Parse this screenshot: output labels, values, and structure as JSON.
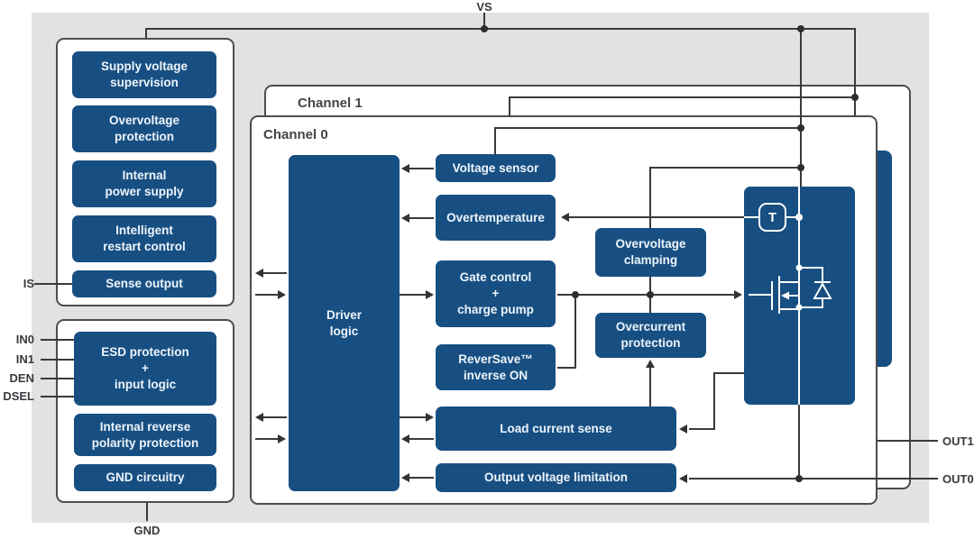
{
  "pins": {
    "vs": "VS",
    "gnd": "GND",
    "is": "IS",
    "in0": "IN0",
    "in1": "IN1",
    "den": "DEN",
    "dsel": "DSEL",
    "out1": "OUT1",
    "out0": "OUT0"
  },
  "channels": {
    "channel1": "Channel 1",
    "channel0": "Channel 0"
  },
  "supervision_blocks": [
    {
      "label": "Supply voltage\nsupervision"
    },
    {
      "label": "Overvoltage\nprotection"
    },
    {
      "label": "Internal\npower supply"
    },
    {
      "label": "Intelligent\nrestart control"
    },
    {
      "label": "Sense output"
    }
  ],
  "input_blocks": [
    {
      "label": "ESD protection\n+\ninput logic"
    },
    {
      "label": "Internal reverse\npolarity protection"
    },
    {
      "label": "GND circuitry"
    }
  ],
  "channel_blocks": {
    "driver": "Driver\nlogic",
    "voltage_sensor": "Voltage sensor",
    "overtemperature": "Overtemperature",
    "gate_control": "Gate control\n+\ncharge pump",
    "reversave": "ReverSave™\ninverse ON",
    "overvoltage_clamping": "Overvoltage\nclamping",
    "overcurrent_protection": "Overcurrent\nprotection",
    "load_current_sense": "Load current sense",
    "output_voltage_limitation": "Output voltage limitation",
    "temp_sensor": "T"
  },
  "colors": {
    "box_blue": "#174f82",
    "wire": "#3a3a3a",
    "panel_gray": "#e3e1e1",
    "border": "#4c4c52"
  }
}
